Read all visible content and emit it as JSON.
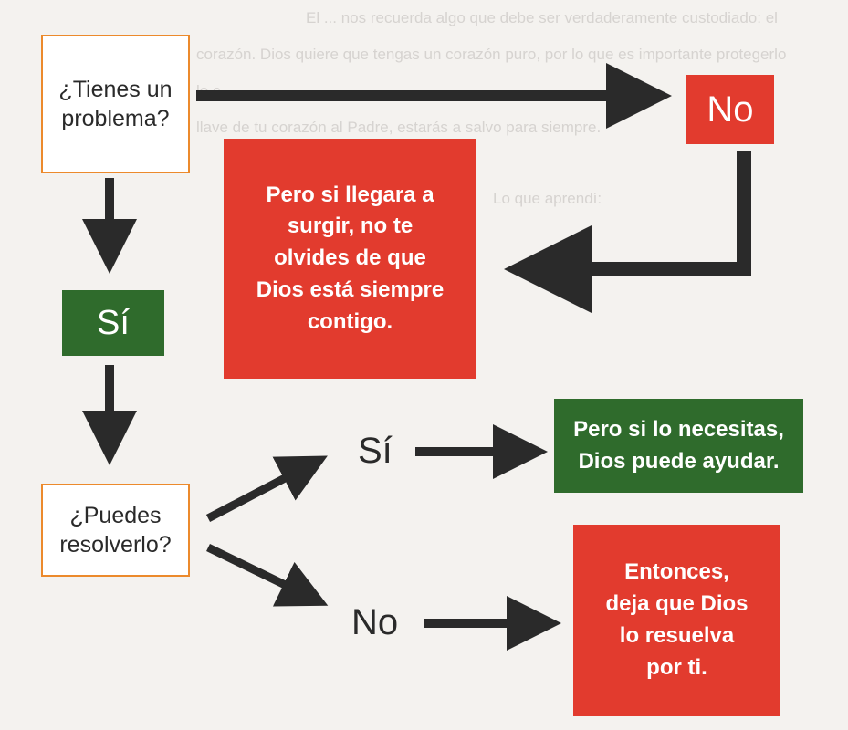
{
  "background_text": [
    "El ... nos recuerda algo que debe ser verdaderamente custodiado: el",
    "corazón. Dios quiere que tengas un corazón puro, por lo que es importante protegerlo",
    "lo c...",
    "llave de tu corazón al Padre, estarás a salvo para siempre.",
    "Lo que aprendí:"
  ],
  "nodes": {
    "q1": "¿Tienes un problema?",
    "no1": "No",
    "msg_no": "Pero si llegara a surgir, no te olvides de que Dios está siempre contigo.",
    "si1": "Sí",
    "q2": "¿Puedes resolverlo?",
    "si2": "Sí",
    "msg_si": "Pero si lo necesitas, Dios puede ayudar.",
    "no2": "No",
    "msg_no2": "Entonces, deja que Dios lo resuelva por ti."
  },
  "colors": {
    "red": "#e23b2e",
    "green": "#2f6b2c",
    "orange": "#ec8a2c",
    "arrow": "#2a2a2a"
  }
}
